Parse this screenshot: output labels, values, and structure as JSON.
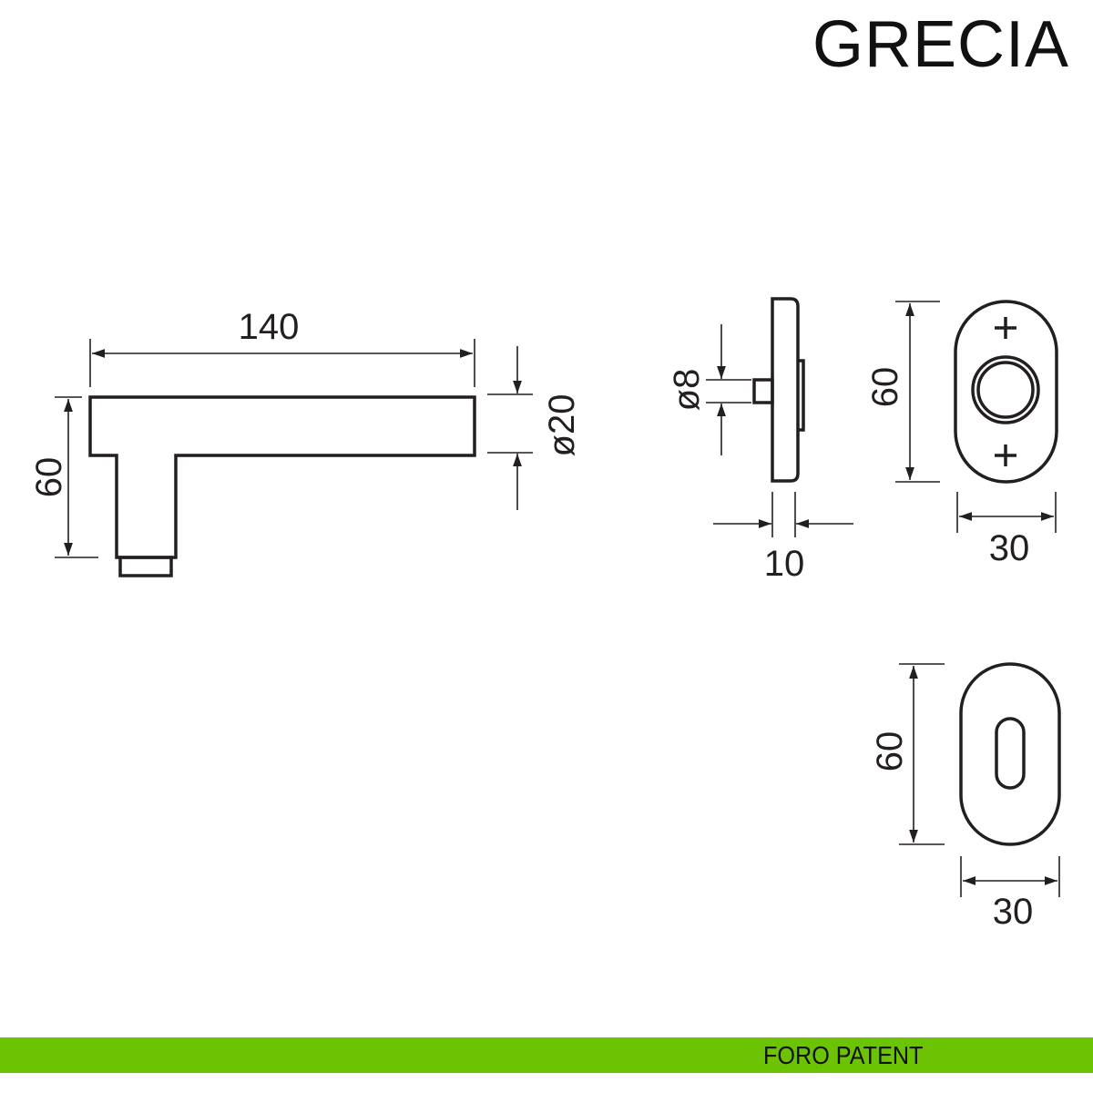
{
  "title": "GRECIA",
  "footer": {
    "label": "FORO PATENT",
    "color": "#6cc304"
  },
  "dimensions": {
    "lever_length": "140",
    "lever_height": "60",
    "lever_diameter": "ø20",
    "spindle_diameter": "ø8",
    "rose_thickness": "10",
    "rose_height": "60",
    "rose_width": "30",
    "escutcheon_height": "60",
    "escutcheon_width": "30"
  }
}
